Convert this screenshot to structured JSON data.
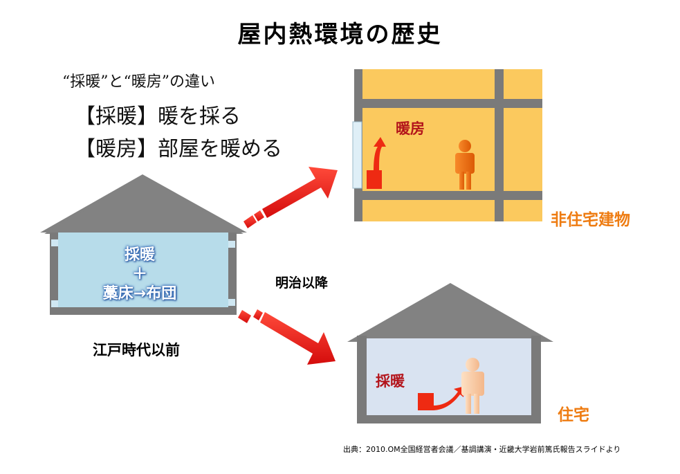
{
  "title": "屋内熱環境の歴史",
  "definitions": {
    "header": "“採暖”と“暖房”の違い",
    "line1": "【採暖】暖を採る",
    "line2": "【暖房】部屋を暖める"
  },
  "old_house": {
    "line1": "採暖",
    "line2": "＋",
    "line3": "藁床→布団",
    "caption": "江戸時代以前"
  },
  "transition_label": "明治以降",
  "nonresidential": {
    "tag": "暖房",
    "caption": "非住宅建物"
  },
  "residential": {
    "tag": "採暖",
    "caption": "住宅"
  },
  "source": "出典：2010.OM全国経営者会議／基調講演・近畿大学岩前篤氏報告スライドより",
  "colors": {
    "roof": "#828282",
    "old_interior": "#b7dcea",
    "office_floor": "#fbc95e",
    "residential_interior": "#d9e3f1",
    "arrow": "#ee1c1c",
    "person_office": "#ee6a10",
    "person_home": "#fbc9a2",
    "heater": "#ee2a12",
    "caption_orange": "#ee7c12"
  }
}
